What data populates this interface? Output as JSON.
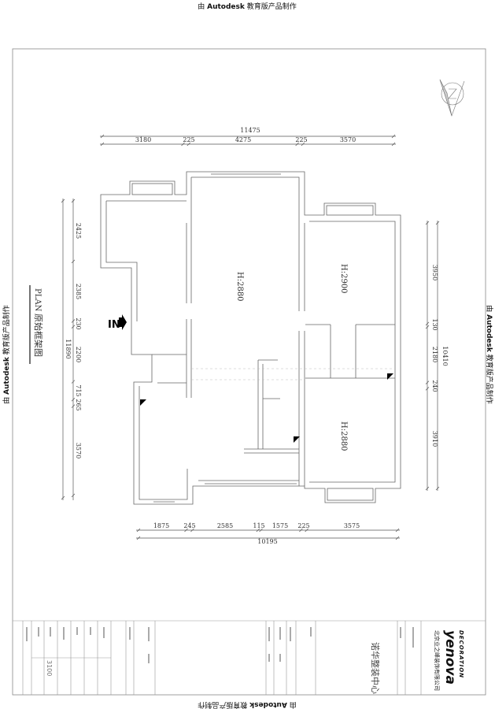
{
  "watermark": "由 Autodesk 教育版产品制作",
  "watermark_parts": {
    "prefix": "由 ",
    "brand": "Autodesk",
    "suffix": " 教育版产品制作"
  },
  "drawing": {
    "plan_label": "PLAN",
    "plan_title": "原始框架图",
    "entry_label": "IN",
    "rooms": [
      {
        "height_label": "H:2880"
      },
      {
        "height_label": "H:2900"
      },
      {
        "height_label": "H:2880"
      }
    ]
  },
  "dimensions": {
    "top_total": "11475",
    "top": [
      "3180",
      "225",
      "4275",
      "225",
      "3570"
    ],
    "bottom_total": "10195",
    "bottom": [
      "1875",
      "245",
      "2585",
      "115",
      "1575",
      "225",
      "3575"
    ],
    "left_total": "11890",
    "left": [
      "2425",
      "2385",
      "230",
      "2200",
      "715",
      "265",
      "3570"
    ],
    "right_total": "10410",
    "right": [
      "3950",
      "130",
      "2180",
      "240",
      "3910"
    ]
  },
  "title_block": {
    "project_name": "诺华整装中心",
    "scale_value": "3100",
    "company_name": "北京业之峰装饰有限公司",
    "brand_logo": "yenova",
    "brand_sub": "DECORATION"
  }
}
